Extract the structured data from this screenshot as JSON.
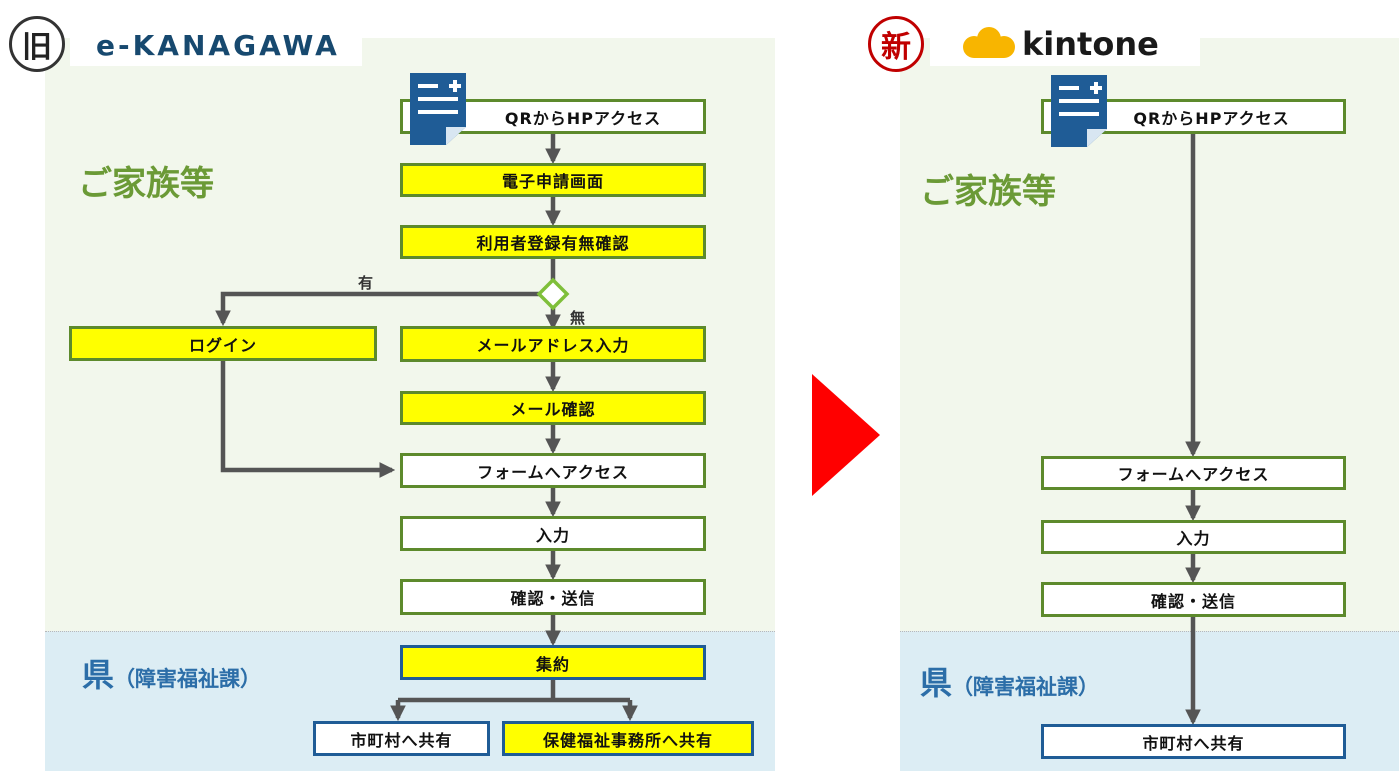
{
  "left": {
    "badge": "旧",
    "brand": "e-KANAGAWA",
    "section_family": "ご家族等",
    "section_pref_main": "県",
    "section_pref_sub": "（障害福祉課）",
    "steps": {
      "qr": "QRからHPアクセス",
      "e_app": "電子申請画面",
      "user_check": "利用者登録有無確認",
      "login": "ログイン",
      "mail_input": "メールアドレス入力",
      "mail_confirm": "メール確認",
      "form_access": "フォームへアクセス",
      "input": "入力",
      "confirm_send": "確認・送信",
      "aggregate": "集約",
      "share_municipal": "市町村へ共有",
      "share_health": "保健福祉事務所へ共有"
    },
    "branch_yes": "有",
    "branch_no": "無"
  },
  "right": {
    "badge": "新",
    "brand": "kintone",
    "section_family": "ご家族等",
    "section_pref_main": "県",
    "section_pref_sub": "（障害福祉課）",
    "steps": {
      "qr": "QRからHPアクセス",
      "form_access": "フォームへアクセス",
      "input": "入力",
      "confirm_send": "確認・送信",
      "share_municipal": "市町村へ共有"
    }
  },
  "colors": {
    "green_border": "#5d8a2c",
    "blue_border": "#1f5c96",
    "highlight": "#ffff00",
    "arrow": "#555555",
    "transition": "#ff0000",
    "badge_old": "#333333",
    "badge_new": "#c00000"
  },
  "icons": [
    "document-icon",
    "kintone-cloud-icon",
    "transition-arrow-icon",
    "decision-diamond-icon"
  ]
}
